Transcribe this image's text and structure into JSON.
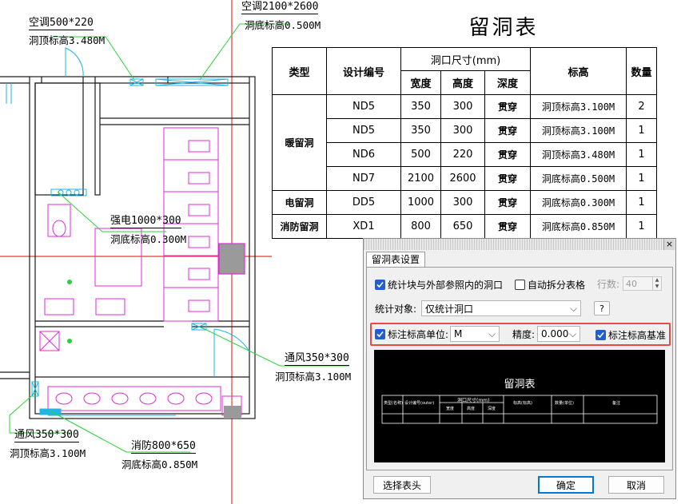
{
  "drawing": {
    "annotations": [
      {
        "line1": "空调500*220",
        "line2": "洞顶标高3.480M"
      },
      {
        "line1": "空调2100*2600",
        "line2": "洞底标高0.500M"
      },
      {
        "line1": "强电1000*300",
        "line2": "洞底标高0.300M"
      },
      {
        "line1": "通风350*300",
        "line2": "洞顶标高3.100M"
      },
      {
        "line1": "通风350*300",
        "line2": "洞顶标高3.100M"
      },
      {
        "line1": "消防800*650",
        "line2": "洞底标高0.850M"
      }
    ]
  },
  "hole_table": {
    "title": "留洞表",
    "headers": {
      "type": "类型",
      "code": "设计编号",
      "size_group": "洞口尺寸(mm)",
      "width": "宽度",
      "height": "高度",
      "depth": "深度",
      "elevation": "标高",
      "quantity": "数量"
    },
    "groups": [
      {
        "type": "暖留洞",
        "rows": [
          {
            "code": "ND5",
            "width": "350",
            "height": "300",
            "depth": "贯穿",
            "elevation": "洞顶标高3.100M",
            "quantity": "2"
          },
          {
            "code": "ND5",
            "width": "350",
            "height": "300",
            "depth": "贯穿",
            "elevation": "洞顶标高3.100M",
            "quantity": "1"
          },
          {
            "code": "ND6",
            "width": "500",
            "height": "220",
            "depth": "贯穿",
            "elevation": "洞顶标高3.480M",
            "quantity": "1"
          },
          {
            "code": "ND7",
            "width": "2100",
            "height": "2600",
            "depth": "贯穿",
            "elevation": "洞底标高0.500M",
            "quantity": "1"
          }
        ]
      },
      {
        "type": "电留洞",
        "rows": [
          {
            "code": "DD5",
            "width": "1000",
            "height": "300",
            "depth": "贯穿",
            "elevation": "洞底标高0.300M",
            "quantity": "1"
          }
        ]
      },
      {
        "type": "消防留洞",
        "rows": [
          {
            "code": "XD1",
            "width": "800",
            "height": "650",
            "depth": "贯穿",
            "elevation": "洞底标高0.850M",
            "quantity": "1"
          }
        ]
      }
    ]
  },
  "dialog": {
    "close_glyph": "×",
    "tab_label": "留洞表设置",
    "count_external_label": "统计块与外部参照内的洞口",
    "count_external_checked": true,
    "auto_split_label": "自动拆分表格",
    "auto_split_checked": false,
    "rows_label": "行数:",
    "rows_value": "40",
    "stat_target_label": "统计对象:",
    "stat_target_value": "仅统计洞口",
    "help_label": "?",
    "unit_label": "标注标高单位:",
    "unit_checked": true,
    "unit_value": "M",
    "precision_label": "精度:",
    "precision_value": "0.000",
    "base_label": "标注标高基准",
    "base_checked": true,
    "preview": {
      "title": "留洞表",
      "headers": [
        "类型(名称)",
        "设计编号(outer)",
        "洞口尺寸(mm)",
        "宽度",
        "高度",
        "深度",
        "标高(标高)",
        "数量(单位)",
        "备注"
      ]
    },
    "select_header_label": "选择表头",
    "ok_label": "确定",
    "cancel_label": "取消"
  },
  "colors": {
    "wall": "#1a1a1a",
    "magenta": "#e02bd6",
    "cyan": "#1fb6e6",
    "green_leader": "#2cd13a",
    "red_axis": "#e53935",
    "highlight": "#e84a48",
    "accent": "#1e5fd6"
  }
}
